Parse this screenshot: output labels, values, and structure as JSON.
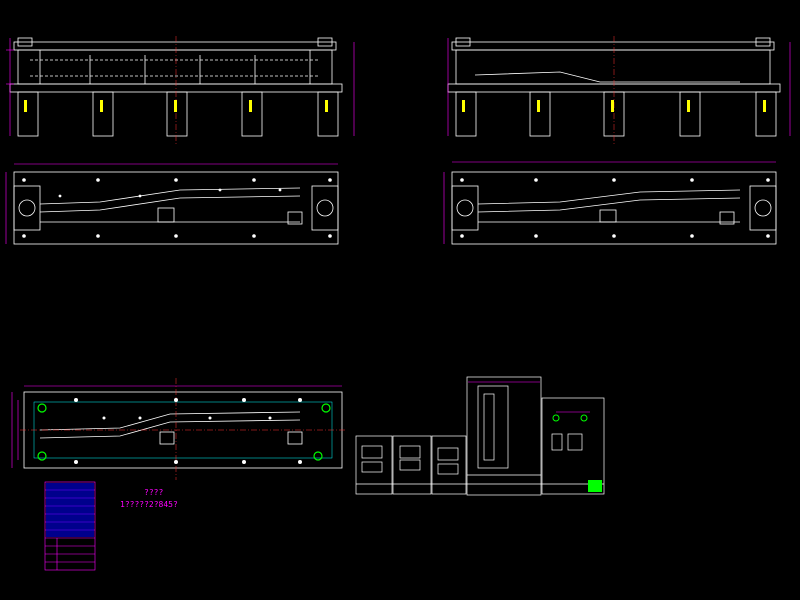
{
  "notes": {
    "line1": "????",
    "line2": "1?????2?845?"
  },
  "colors": {
    "outline": "#ffffff",
    "dimension": "#ff00ff",
    "centerline": "#ff3333",
    "hole": "#ffff00",
    "accent_green": "#00ff00",
    "accent_blue": "#3333ff",
    "cyan": "#00ffff"
  },
  "views": [
    "front-elevation-left",
    "front-elevation-right",
    "plan-view-left",
    "plan-view-right",
    "bottom-plan-view",
    "detail-sheets"
  ]
}
